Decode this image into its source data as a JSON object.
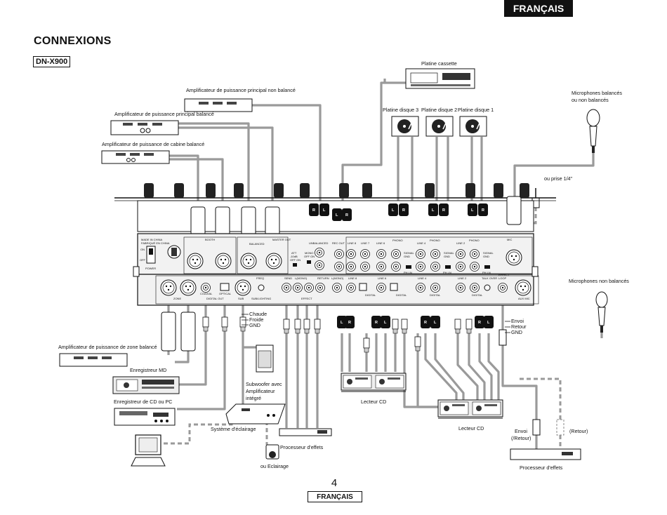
{
  "header": {
    "language_tab": "FRANÇAIS"
  },
  "page": {
    "title": "CONNEXIONS",
    "model": "DN-X900",
    "page_number": "4",
    "footer_language": "FRANÇAIS"
  },
  "devices": {
    "cassette": "Platine cassette",
    "mics_balanced": [
      "Microphones balancés",
      "ou non balancés"
    ],
    "jack_option": "ou prise 1/4\"",
    "mics_unbalanced": "Microphones non balancés",
    "turntable3": "Platine disque 3",
    "turntable2": "Platine disque 2",
    "turntable1": "Platine disque 1",
    "amp_main_unbalanced": "Amplificateur de puissance principal non balancé",
    "amp_main_balanced": "Amplificateur de puissance principal balancé",
    "amp_booth": "Amplificateur de puissance de cabine balancé",
    "amp_zone": "Amplificateur de puissance de zone balancé",
    "md_recorder": "Enregistreur MD",
    "cd_pc_recorder": "Enregistreur de CD ou PC",
    "subwoofer": [
      "Subwoofer avec",
      "Amplificateur",
      "intégré"
    ],
    "lighting_system": "Système d'éclairage",
    "effects_processor_a": "Processeur d'effets",
    "or_lighting": "ou Eclairage",
    "cd_player_a": "Lecteur CD",
    "cd_player_b": "Lecteur CD",
    "effects_processor_b": "Processeur d'effets",
    "send_return": [
      "Envoi",
      "(/Retour)"
    ],
    "return_only": "(Retour)",
    "wiring_left": [
      "Chaude",
      "Froide",
      "GND"
    ],
    "wiring_right": [
      "Envoi",
      "Retour",
      "GND"
    ]
  },
  "panel": {
    "made_in": [
      "MADE IN CHINA",
      "FABRIQUÉ EN CHINA"
    ],
    "power_on": "ON",
    "power_off": "OFF",
    "power": "POWER",
    "booth": "BOOTH",
    "balanced": "BALANCED",
    "master_out": "MASTER OUT",
    "att": [
      "ATT",
      "-10dB",
      "OFF ON"
    ],
    "mono": [
      "MONO",
      "OFF ON"
    ],
    "unbalanced": "UNBALANCED",
    "rec_out": "REC OUT",
    "line8": "LINE 8",
    "line7": "LINE 7",
    "line6": "LINE 6",
    "line5": "LINE 5",
    "line4": "LINE 4",
    "line3": "LINE 3",
    "line2": "LINE 2",
    "line1": "LINE 1",
    "phono": "PHONO",
    "signal_gnd": [
      "SIGNAL",
      "GND"
    ],
    "ph_ln": "PH LN",
    "mic": "MIC",
    "zone": "ZONE",
    "coaxial": "COAXIAL",
    "optical": "OPTICAL",
    "digital_out": "DIGITAL OUT",
    "sub": "SUB",
    "freq": "FREQ",
    "sub_lighting": "SUB/LIGHTING",
    "send": "SEND",
    "lmono": "L(MONO)",
    "return": "RETURN",
    "effect": "EFFECT",
    "digital": "DIGITAL",
    "talk_over": "TALK OVER",
    "effect_loop": [
      "EFFECT",
      "LOOP"
    ],
    "aux_mic": "AUX MIC",
    "r": "R",
    "l": "L"
  },
  "colors": {
    "cable": "#9a9a9a",
    "ink": "#111111",
    "panel": "#f2f2f2"
  }
}
